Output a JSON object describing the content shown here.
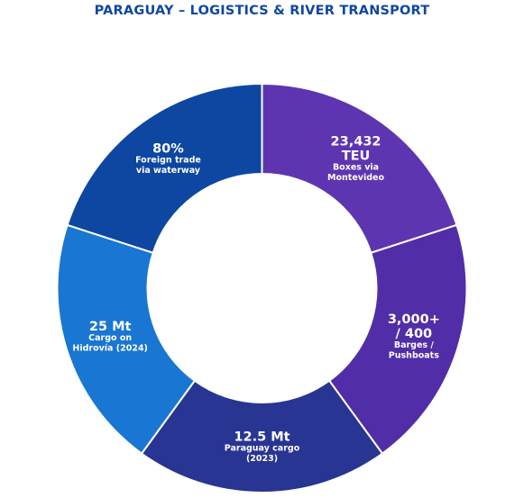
{
  "chart_data": {
    "type": "pie",
    "title": "PARAGUAY – LOGISTICS & RIVER TRANSPORT",
    "title_color": "#0d47a1",
    "hole": "donut",
    "slices": [
      {
        "value": 20,
        "color": "#5e35b1",
        "value_label": [
          "23,432",
          "TEU"
        ],
        "desc": [
          "Boxes via",
          "Montevideo"
        ]
      },
      {
        "value": 20,
        "color": "#512da8",
        "value_label": [
          "3,000+",
          "/ 400"
        ],
        "desc": [
          "Barges /",
          "Pushboats"
        ]
      },
      {
        "value": 20,
        "color": "#283593",
        "value_label": [
          "12.5 Mt"
        ],
        "desc": [
          "Paraguay cargo",
          "(2023)"
        ]
      },
      {
        "value": 20,
        "color": "#1976d2",
        "value_label": [
          "25 Mt"
        ],
        "desc": [
          "Cargo on",
          "Hidrovía (2024)"
        ]
      },
      {
        "value": 20,
        "color": "#0d47a1",
        "value_label": [
          "80%"
        ],
        "desc": [
          "Foreign trade",
          "via waterway"
        ]
      }
    ]
  }
}
